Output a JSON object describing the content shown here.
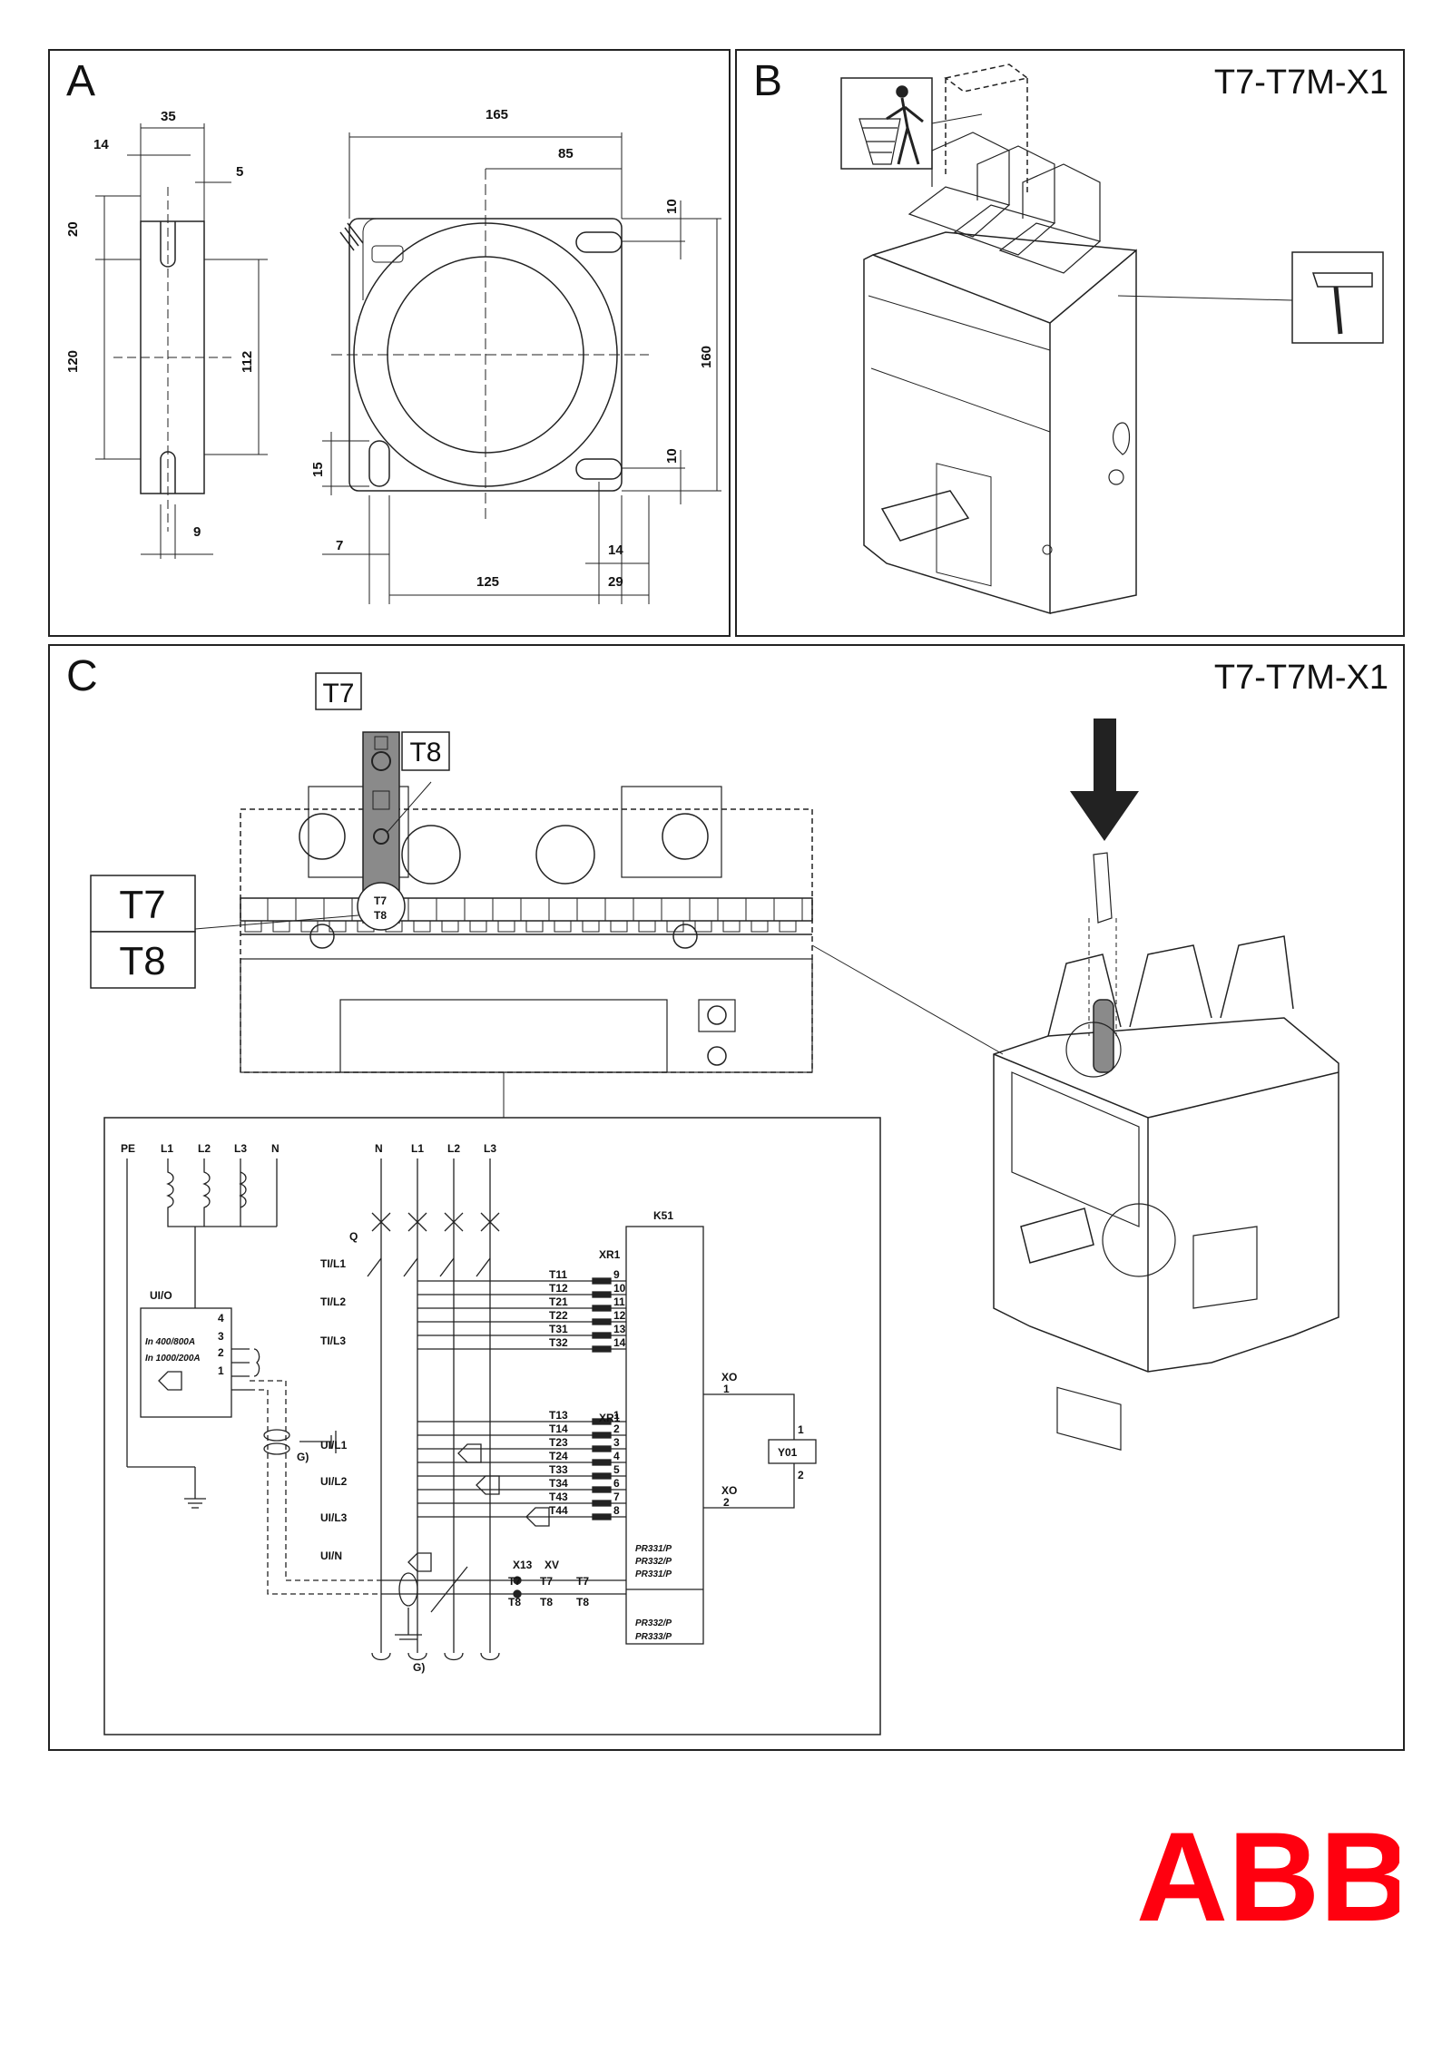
{
  "panels": {
    "a": {
      "letter": "A"
    },
    "b": {
      "letter": "B",
      "model": "T7-T7M-X1"
    },
    "c": {
      "letter": "C",
      "model": "T7-T7M-X1"
    }
  },
  "dims_a": {
    "d35": "35",
    "d14": "14",
    "d5": "5",
    "d20": "20",
    "d120": "120",
    "d112": "112",
    "d9": "9",
    "d165": "165",
    "d85": "85",
    "d10a": "10",
    "d160": "160",
    "d15": "15",
    "d10b": "10",
    "d7": "7",
    "d14b": "14",
    "d125": "125",
    "d29": "29"
  },
  "callouts": {
    "t7_top": "T7",
    "t8_top": "T8",
    "t7_box": "T7",
    "t8_box": "T8",
    "t7_small": "T7",
    "t8_small": "T8"
  },
  "schematic": {
    "left_labels": [
      "PE",
      "L1",
      "L2",
      "L3",
      "N"
    ],
    "ui_o": "UI/O",
    "ui_o_pins": [
      "4",
      "3",
      "2",
      "1"
    ],
    "ui_o_ratings": [
      "In 400/800A",
      "In 1000/200A"
    ],
    "top_labels": [
      "N",
      "L1",
      "L2",
      "L3"
    ],
    "q": "Q",
    "k51": "K51",
    "xr1_a": "XR1",
    "xr1_b": "XR1",
    "left_groups": [
      "TI/L1",
      "TI/L2",
      "TI/L3",
      "UI/L1",
      "UI/L2",
      "UI/L3",
      "UI/N"
    ],
    "t_signals": [
      "T11",
      "T12",
      "T21",
      "T22",
      "T31",
      "T32",
      "T13",
      "T14",
      "T23",
      "T24",
      "T33",
      "T34",
      "T43",
      "T44"
    ],
    "xr1_pins": [
      "9",
      "10",
      "11",
      "12",
      "13",
      "14",
      "1",
      "2",
      "3",
      "4",
      "5",
      "6",
      "7",
      "8"
    ],
    "xo_a": "XO",
    "xo_a_pin": "1",
    "xo_b": "XO",
    "xo_b_pin": "2",
    "y01": "Y01",
    "y01_pin1": "1",
    "y01_pin2": "2",
    "pr_models_a": [
      "PR331/P",
      "PR332/P",
      "PR331/P"
    ],
    "pr_models_b": [
      "PR332/P",
      "PR333/P"
    ],
    "x13": "X13",
    "xv": "XV",
    "t7_rows": [
      "T7",
      "T7",
      "T7"
    ],
    "t8_rows": [
      "T8",
      "T8",
      "T8"
    ],
    "g_note": "G)",
    "g_note2": "G)"
  },
  "logo": {
    "text": "ABB",
    "color": "#ff000f"
  }
}
